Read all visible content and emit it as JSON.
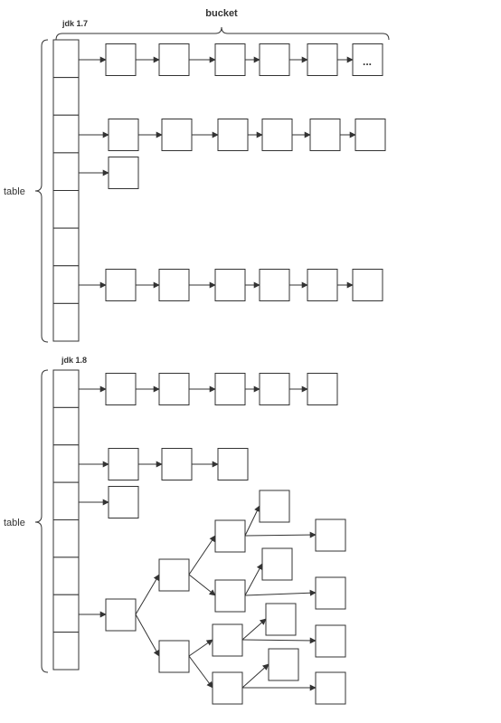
{
  "labels": {
    "bucket": "bucket",
    "jdk17": "jdk 1.7",
    "jdk18": "jdk 1.8",
    "table_top": "table",
    "table_bottom": "table",
    "ellipsis": "..."
  },
  "colors": {
    "stroke": "#333333",
    "fill": "#ffffff",
    "text": "#333333"
  }
}
